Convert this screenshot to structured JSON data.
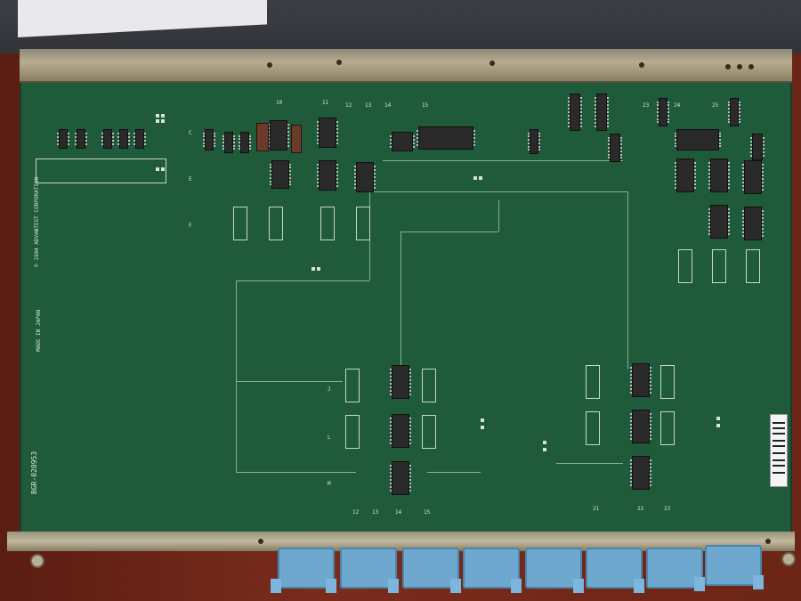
{
  "board": {
    "copyright_line": "© 1994 ADVANTEST CORPORATION",
    "made_in": "MADE IN JAPAN",
    "part_number": "BGR-020953",
    "bottom_ic_labels": [
      "12",
      "13",
      "14",
      "15",
      "21",
      "22",
      "23"
    ],
    "top_ic_labels": [
      "10",
      "11",
      "12",
      "13",
      "14",
      "15",
      "23",
      "24",
      "25"
    ],
    "row_letters": [
      "C",
      "E",
      "F",
      "J",
      "L",
      "M"
    ]
  },
  "connectors": {
    "count": 8,
    "color": "#6fa8cf"
  },
  "colors": {
    "pcb": "#1f5a3a",
    "rail": "#b6ad8f",
    "desk": "#6a2418"
  }
}
